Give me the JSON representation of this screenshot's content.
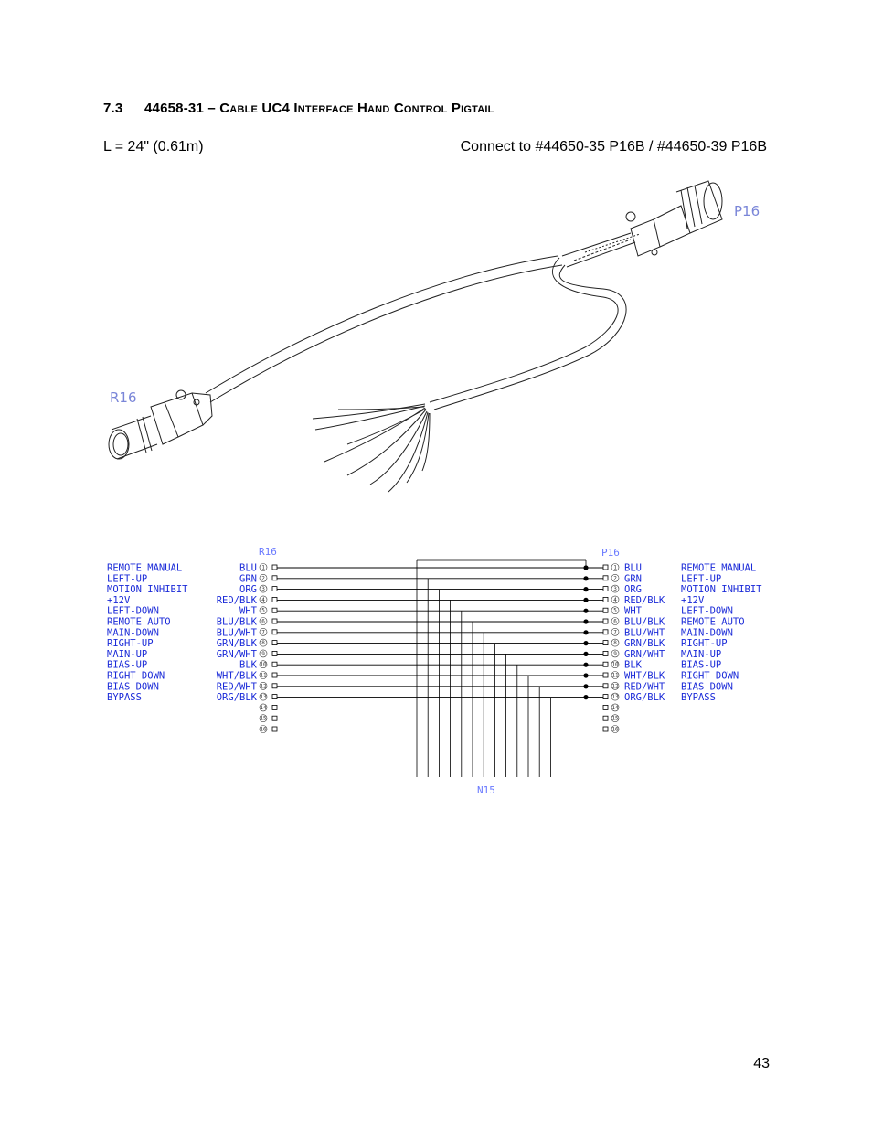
{
  "section": {
    "number": "7.3",
    "title": "44658-31 – Cable UC4 Interface Hand Control Pigtail"
  },
  "spec": {
    "length": "L = 24\" (0.61m)",
    "connect": "Connect to #44650-35 P16B / #44650-39 P16B"
  },
  "page_number": "43",
  "illustration": {
    "left_connector": "R16",
    "right_connector": "P16"
  },
  "schematic": {
    "left_connector": "R16",
    "right_connector": "P16",
    "bottom_connector": "N15",
    "left_functions": [
      "REMOTE MANUAL",
      "LEFT-UP",
      "MOTION INHIBIT",
      "+12V",
      "LEFT-DOWN",
      "REMOTE AUTO",
      "MAIN-DOWN",
      "RIGHT-UP",
      "MAIN-UP",
      "BIAS-UP",
      "RIGHT-DOWN",
      "BIAS-DOWN",
      "BYPASS"
    ],
    "left_wires": [
      "BLU",
      "GRN",
      "ORG",
      "RED/BLK",
      "WHT",
      "BLU/BLK",
      "BLU/WHT",
      "GRN/BLK",
      "GRN/WHT",
      "BLK",
      "WHT/BLK",
      "RED/WHT",
      "ORG/BLK"
    ],
    "right_wires": [
      "BLU",
      "GRN",
      "ORG",
      "RED/BLK",
      "WHT",
      "BLU/BLK",
      "BLU/WHT",
      "GRN/BLK",
      "GRN/WHT",
      "BLK",
      "WHT/BLK",
      "RED/WHT",
      "ORG/BLK"
    ],
    "right_functions": [
      "REMOTE MANUAL",
      "LEFT-UP",
      "MOTION INHIBIT",
      "+12V",
      "LEFT-DOWN",
      "REMOTE AUTO",
      "MAIN-DOWN",
      "RIGHT-UP",
      "MAIN-UP",
      "BIAS-UP",
      "RIGHT-DOWN",
      "BIAS-DOWN",
      "BYPASS"
    ],
    "pin_numbers": [
      "1",
      "2",
      "3",
      "4",
      "5",
      "6",
      "7",
      "8",
      "9",
      "10",
      "11",
      "12",
      "13",
      "14",
      "15",
      "16"
    ]
  }
}
